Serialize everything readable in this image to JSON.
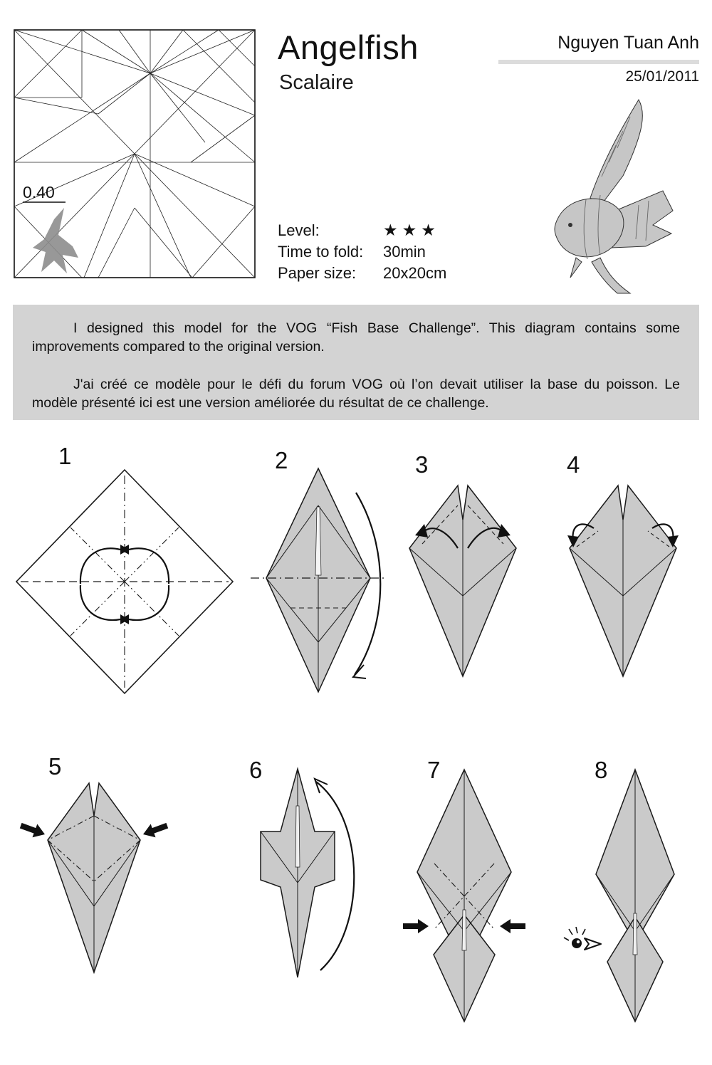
{
  "header": {
    "title": "Angelfish",
    "subtitle": "Scalaire",
    "author": "Nguyen Tuan Anh",
    "date": "25/01/2011"
  },
  "crease_pattern": {
    "ratio_label": "0.40"
  },
  "specs": {
    "level_label": "Level:",
    "level_stars": "★★★",
    "time_label": "Time to fold:",
    "time_value": "30min",
    "paper_label": "Paper size:",
    "paper_value": "20x20cm"
  },
  "intro": {
    "paragraph_en": "I designed this model for the VOG “Fish Base Challenge”. This diagram contains some improvements compared to the original version.",
    "paragraph_fr": "J'ai créé ce modèle pour le défi du forum VOG où l’on devait utiliser la base du poisson. Le modèle présenté ici est une version améliorée du résultat de ce challenge."
  },
  "steps": [
    {
      "number": "1"
    },
    {
      "number": "2"
    },
    {
      "number": "3"
    },
    {
      "number": "4"
    },
    {
      "number": "5"
    },
    {
      "number": "6"
    },
    {
      "number": "7"
    },
    {
      "number": "8"
    }
  ],
  "colors": {
    "paper": "#cacaca",
    "info_box": "#d3d3d3",
    "line": "#1a1a1a",
    "silhouette": "#8d8d8d"
  }
}
